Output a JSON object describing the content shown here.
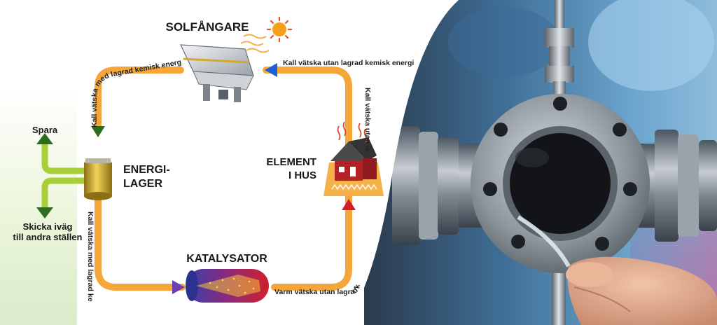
{
  "diagram": {
    "labels": {
      "solar": "SOLFÅNGARE",
      "storage_line1": "ENERGI-",
      "storage_line2": "LAGER",
      "element_line1": "ELEMENT",
      "element_line2": "I HUS",
      "catalyst": "KATALYSATOR",
      "save": "Spara",
      "send_line1": "Skicka iväg",
      "send_line2": "till andra ställen"
    },
    "flows": {
      "top_left": "Kall vätska med lagrad kemisk energi",
      "top_right": "Kall vätska utan lagrad kemisk energi",
      "right_side": "Kall vätska utan lagrad kemisk energi",
      "left_side": "Kall vätska med lagrad kemisk energi",
      "bottom_right": "Varm vätska utan lagrad kemisk energi"
    },
    "colors": {
      "loop": "#f4a63a",
      "output_arrows": "#a8cf3a",
      "arrow_dark_green": "#2d6b1e",
      "arrow_blue": "#1f5fd6",
      "arrow_red": "#d11f2a",
      "arrow_purple": "#6b3db6",
      "heat": "#f6b24a"
    },
    "icons": {
      "solar": "solar-collector-icon",
      "sun": "sun-icon",
      "storage": "storage-tank-icon",
      "house": "house-heat-icon",
      "catalyst": "catalyst-tank-icon"
    }
  },
  "photo": {
    "subject": "vacuum-flange-with-hand"
  }
}
